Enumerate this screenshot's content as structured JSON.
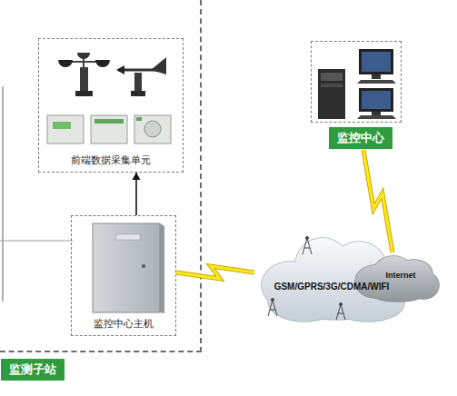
{
  "diagram": {
    "nodes": [
      {
        "text": [
          "监测子站"
        ]
      },
      {
        "text": [
          "前端数据采集单元"
        ],
        "in": 0
      },
      {
        "text": [
          "监控中心主机"
        ],
        "in": 0
      },
      {
        "text": [
          "监控中心"
        ]
      },
      {
        "text": [
          "GSM/GPRS/3G/CDMA/WIFI"
        ]
      },
      {
        "text": [
          "Internet"
        ]
      }
    ],
    "edges": [
      {
        "from": 2,
        "to": 1,
        "arrow": "to"
      },
      {
        "from": 2,
        "to": 4,
        "arrow": "none"
      },
      {
        "from": 3,
        "to": 5,
        "arrow": "none"
      }
    ]
  }
}
